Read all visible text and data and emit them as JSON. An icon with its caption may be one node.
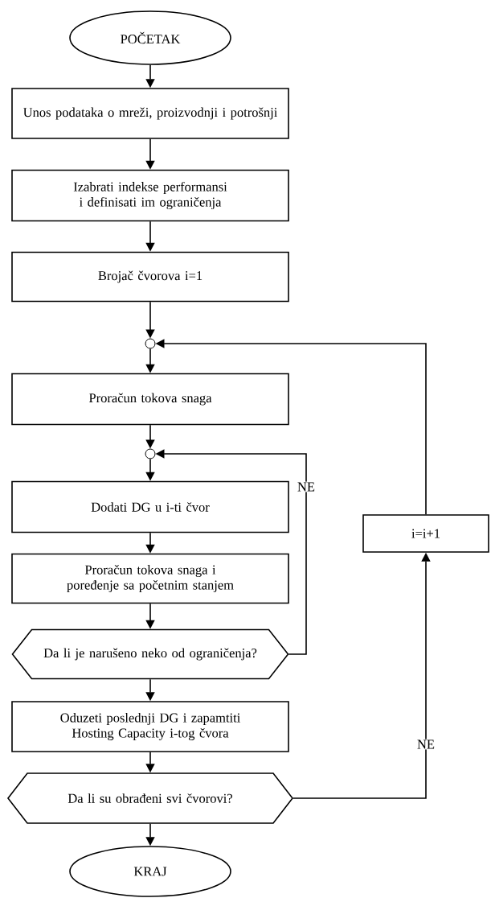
{
  "diagram": {
    "nodes": [
      {
        "text": [
          "POČETAK"
        ]
      },
      {
        "text": [
          "Unos podataka o mreži, proizvodnji i potrošnji"
        ]
      },
      {
        "text": [
          "Izabrati indekse performansi i definisati im ograničenja"
        ]
      },
      {
        "text": [
          "Brojač čvorova i=1"
        ]
      },
      {
        "text": [],
        "shape": "circle"
      },
      {
        "text": [
          "Proračun tokova snaga"
        ]
      },
      {
        "text": [],
        "shape": "circle"
      },
      {
        "text": [
          "Dodati DG u i-ti čvor"
        ]
      },
      {
        "text": [
          "Proračun tokova snaga i poređenje sa početnim stanjem"
        ]
      },
      {
        "text": [
          "Da li je narušeno neko od ograničenja?"
        ]
      },
      {
        "text": [
          "Oduzeti poslednji DG i zapamtiti Hosting Capacity i-tog čvora"
        ]
      },
      {
        "text": [
          "Da li su obrađeni svi čvorovi?"
        ]
      },
      {
        "text": [
          "KRAJ"
        ]
      },
      {
        "text": [
          "i=i+1"
        ]
      }
    ],
    "edges": [
      {
        "from": 0,
        "to": 1,
        "arrow": "to"
      },
      {
        "from": 1,
        "to": 2,
        "arrow": "to"
      },
      {
        "from": 2,
        "to": 3,
        "arrow": "to"
      },
      {
        "from": 3,
        "to": 4,
        "arrow": "to"
      },
      {
        "from": 4,
        "to": 5,
        "arrow": "to"
      },
      {
        "from": 13,
        "to": 4,
        "arrow": "to"
      },
      {
        "from": 5,
        "to": 6,
        "arrow": "to"
      },
      {
        "from": 6,
        "to": 7,
        "arrow": "to"
      },
      {
        "from": 9,
        "to": 6,
        "arrow": "to",
        "label": "NE"
      },
      {
        "from": 7,
        "to": 8,
        "arrow": "to"
      },
      {
        "from": 8,
        "to": 9,
        "arrow": "to"
      },
      {
        "from": 9,
        "to": 10,
        "arrow": "to"
      },
      {
        "from": 10,
        "to": 11,
        "arrow": "to"
      },
      {
        "from": 11,
        "to": 13,
        "arrow": "to",
        "label": "NE"
      },
      {
        "from": 11,
        "to": 12,
        "arrow": "to"
      }
    ]
  }
}
